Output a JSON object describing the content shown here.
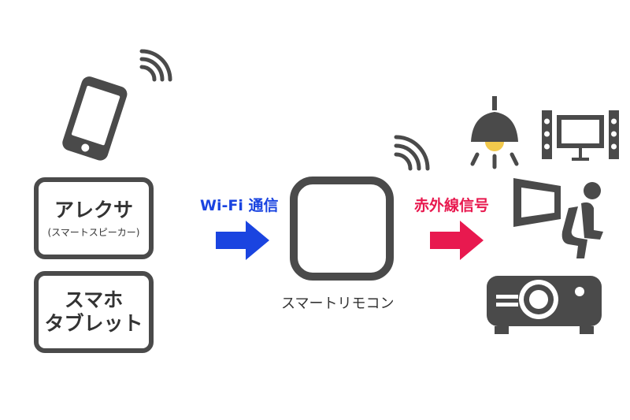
{
  "left_panel": {
    "alexa_box": {
      "title": "アレクサ",
      "subtitle": "(スマートスピーカー)"
    },
    "smartphone_box": {
      "line1": "スマホ",
      "line2": "タブレット"
    }
  },
  "connection_labels": {
    "wifi": "Wi-Fi 通信",
    "infrared": "赤外線信号"
  },
  "center": {
    "device_label": "スマートリモコン"
  },
  "colors": {
    "icon": "#4a4a4a",
    "wifi_arrow": "#1a44e0",
    "ir_arrow": "#e8194f",
    "lamp_glow": "#f2c94c"
  },
  "icons": [
    "smartphone-icon",
    "wifi-signal-icon",
    "pendant-lamp-icon",
    "speaker-tv-icon",
    "screen-icon",
    "seated-person-icon",
    "projector-icon"
  ]
}
